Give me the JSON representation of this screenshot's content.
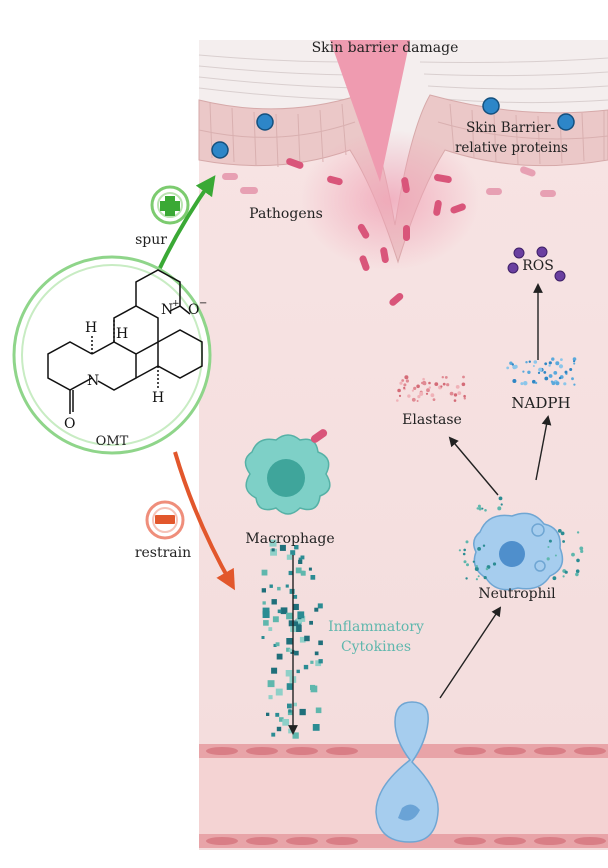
{
  "labels": {
    "skin_barrier_damage": "Skin barrier damage",
    "skin_barrier_proteins_1": "Skin Barrier-",
    "skin_barrier_proteins_2": "relative proteins",
    "pathogens": "Pathogens",
    "ros": "ROS",
    "nadph": "NADPH",
    "elastase": "Elastase",
    "macrophage": "Macrophage",
    "neutrophil": "Neutrophil",
    "cytokines_1": "Inflammatory",
    "cytokines_2": "Cytokines",
    "spur": "spur",
    "restrain": "restrain",
    "compound": "OMT"
  },
  "molecule": {
    "h_top": "H",
    "h_mid": "H",
    "h_bottom": "H",
    "n_left": "N",
    "n_right": "N",
    "n_charge": "+",
    "oxygen_minus": "O",
    "oxygen_charge": "−",
    "carbonyl_o": "O"
  },
  "colors": {
    "tissue": "#f6e1e1",
    "epidermis": "#ecc3c3",
    "pathogen": "#d9557a",
    "protein": "#2d86c8",
    "spur_green": "#3aa935",
    "restrain_orange": "#e2572c",
    "cytokine": "#2b8c93",
    "ros": "#6a3fa0",
    "neutrophil": "#a6cdee",
    "macrophage": "#7ed0c7"
  }
}
